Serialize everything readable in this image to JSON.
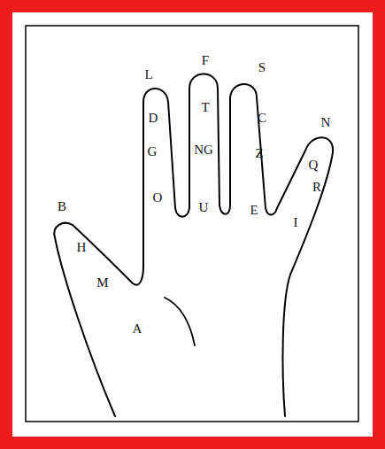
{
  "diagram": {
    "labels": [
      "F",
      "S",
      "L",
      "T",
      "N",
      "C",
      "D",
      "NG",
      "G",
      "Z",
      "Q",
      "R",
      "O",
      "U",
      "E",
      "B",
      "I",
      "H",
      "M",
      "A"
    ]
  }
}
